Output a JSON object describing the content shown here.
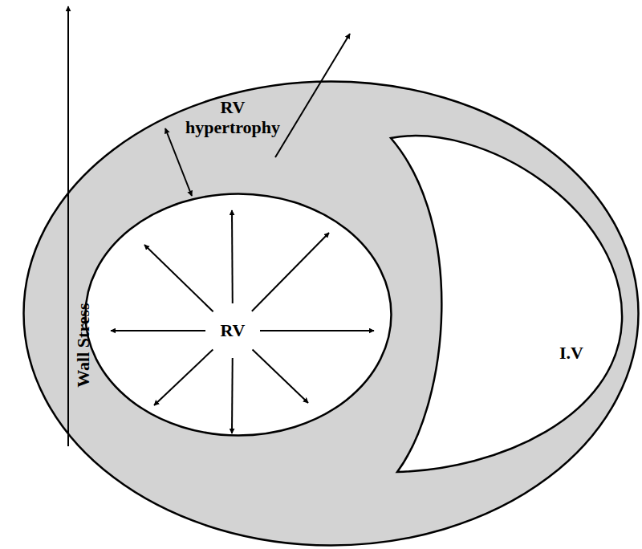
{
  "diagram": {
    "nodes": [
      {
        "text": [
          "RV hypertrophy"
        ]
      },
      {
        "text": [
          "RV"
        ],
        "in": 0
      },
      {
        "text": [
          "I.V"
        ],
        "in": 0
      }
    ],
    "labels": [
      "Wall Stress"
    ]
  }
}
